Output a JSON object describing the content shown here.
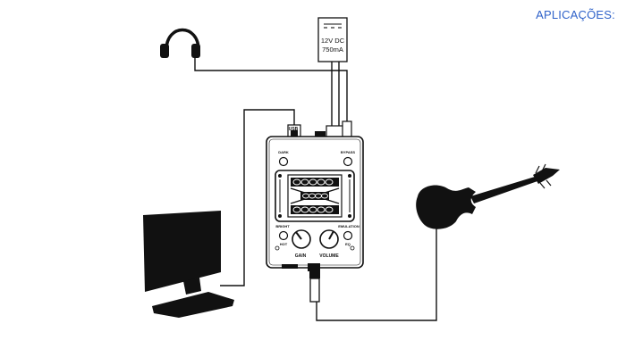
{
  "header": {
    "title": "APLICAÇÕES:"
  },
  "power_supply": {
    "voltage": "12V DC",
    "current": "750mA"
  },
  "device": {
    "usb_label": "USB",
    "labels": {
      "dark": "DARK",
      "bypass": "BYPASS",
      "bright": "BRIGHT",
      "emulation": "EMULATION",
      "hot": "HOT",
      "eq": "EQ",
      "gain": "GAIN",
      "volume": "VOLUME"
    }
  },
  "icons": [
    "headphones-icon",
    "power-adapter-icon",
    "monitor-icon",
    "electric-guitar-icon",
    "usb-port-icon"
  ],
  "colors": {
    "title": "#2f62c9",
    "line": "#111111",
    "background": "#ffffff"
  }
}
